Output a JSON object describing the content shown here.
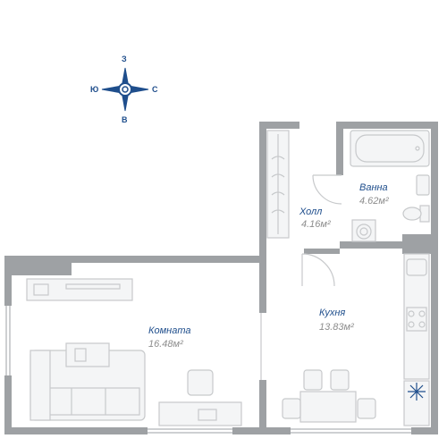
{
  "compass": {
    "north_label": "З",
    "south_label": "В",
    "west_label": "Ю",
    "east_label": "С"
  },
  "rooms": [
    {
      "id": "hall",
      "name": "Холл",
      "area": "4.16",
      "unit": "м²"
    },
    {
      "id": "bath",
      "name": "Ванна",
      "area": "4.62",
      "unit": "м²"
    },
    {
      "id": "living",
      "name": "Комната",
      "area": "16.48",
      "unit": "м²"
    },
    {
      "id": "kitchen",
      "name": "Кухня",
      "area": "13.83",
      "unit": "м²"
    }
  ],
  "colors": {
    "wall": "#9ea1a4",
    "wall_dark": "#8c8f92",
    "furniture": "#c7c9cb",
    "furniture_fill": "#f4f5f6",
    "accent": "#1f4e8c",
    "area_text": "#8c8c8c"
  }
}
